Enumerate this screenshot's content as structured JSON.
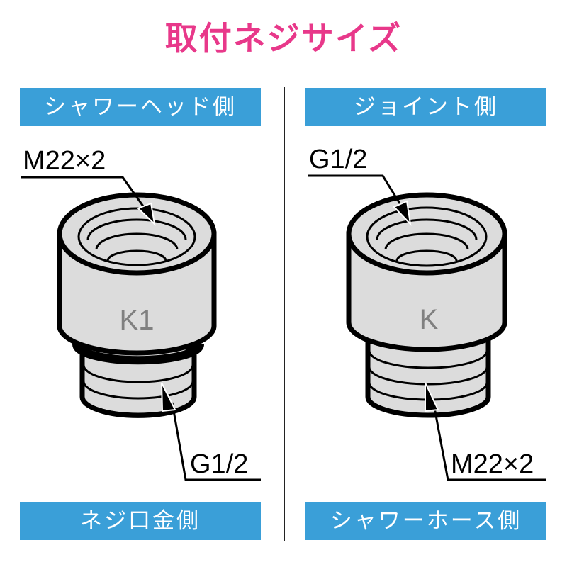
{
  "title": "取付ネジサイズ",
  "colors": {
    "title": "#e8388a",
    "bar": "#3a9fd8",
    "fitting_fill": "#dcdcdc",
    "fitting_stroke": "#000000",
    "fitting_text": "#808080"
  },
  "left": {
    "top_bar": "シャワーヘッド側",
    "top_thread": "M22×2",
    "part_code": "K1",
    "bottom_thread": "G1/2",
    "bottom_bar": "ネジ口金側"
  },
  "right": {
    "top_bar": "ジョイント側",
    "top_thread": "G1/2",
    "part_code": "K",
    "bottom_thread": "M22×2",
    "bottom_bar": "シャワーホース側"
  }
}
